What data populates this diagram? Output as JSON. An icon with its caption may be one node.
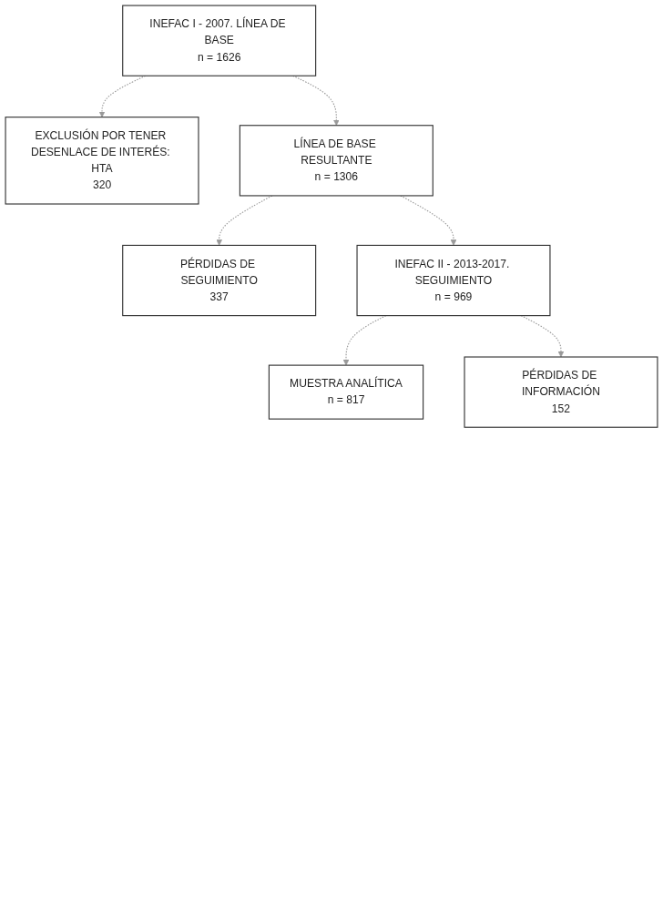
{
  "diagram": {
    "nodes": [
      {
        "text": [
          "INEFAC I - 2007. LÍNEA DE BASE",
          "n = 1626"
        ]
      },
      {
        "text": [
          "EXCLUSIÓN POR TENER DESENLACE DE INTERÉS: HTA",
          "320"
        ]
      },
      {
        "text": [
          "LÍNEA DE BASE RESULTANTE",
          "n = 1306"
        ]
      },
      {
        "text": [
          "PÉRDIDAS DE SEGUIMIENTO",
          "337"
        ]
      },
      {
        "text": [
          "INEFAC II - 2013-2017. SEGUIMIENTO",
          "n = 969"
        ]
      },
      {
        "text": [
          "PÉRDIDAS DE INFORMACIÓN",
          "152"
        ]
      },
      {
        "text": [
          "MUESTRA ANALÍTICA",
          "n = 817"
        ]
      }
    ],
    "edges": [
      {
        "from": 0,
        "to": 2,
        "arrow": "to",
        "style": "dashed"
      },
      {
        "from": 0,
        "to": 1,
        "arrow": "to",
        "style": "dashed"
      },
      {
        "from": 2,
        "to": 4,
        "arrow": "to",
        "style": "dashed"
      },
      {
        "from": 2,
        "to": 3,
        "arrow": "to",
        "style": "dashed"
      },
      {
        "from": 4,
        "to": 6,
        "arrow": "to",
        "style": "dashed"
      },
      {
        "from": 4,
        "to": 5,
        "arrow": "to",
        "style": "dashed"
      }
    ]
  }
}
